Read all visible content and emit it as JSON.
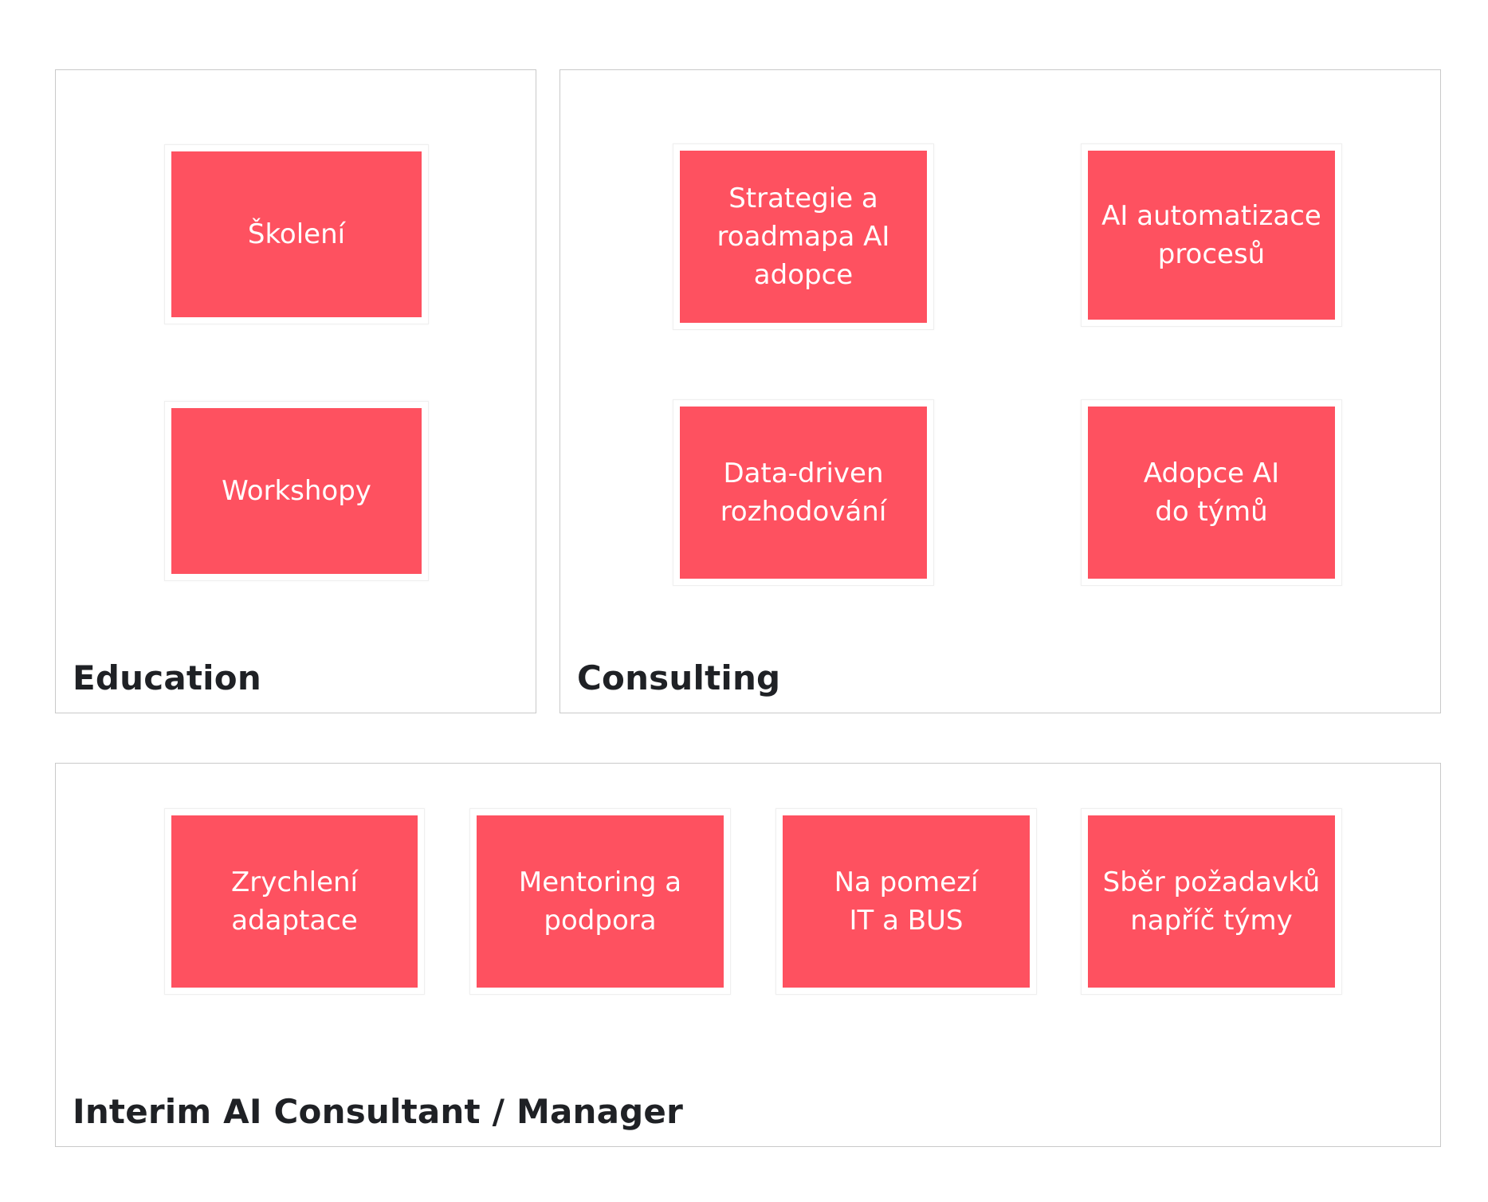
{
  "colors": {
    "card_fill": "#fe5160",
    "card_text": "#ffffff",
    "title_text": "#1f2125",
    "border": "#c9c9c9"
  },
  "sections": {
    "education": {
      "title": "Education",
      "cards": [
        "Školení",
        "Workshopy"
      ]
    },
    "consulting": {
      "title": "Consulting",
      "cards": [
        "Strategie a\nroadmapa AI\nadopce",
        "AI automatizace\nprocesů",
        "Data-driven\nrozhodování",
        "Adopce AI\ndo týmů"
      ]
    },
    "interim": {
      "title": "Interim AI Consultant / Manager",
      "cards": [
        "Zrychlení\nadaptace",
        "Mentoring a\npodpora",
        "Na pomezí\nIT a BUS",
        "Sběr požadavků\nnapříč týmy"
      ]
    }
  }
}
